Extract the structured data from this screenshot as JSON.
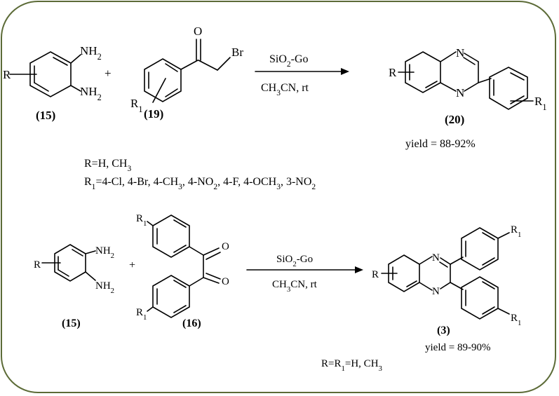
{
  "colors": {
    "frame": "#5c6b37",
    "ink": "#000000"
  },
  "scheme1": {
    "reactant1": {
      "nh2_top": "NH2",
      "nh2_bottom": "NH2",
      "substituent": "R",
      "label": "(15)"
    },
    "plus": "+",
    "reactant2": {
      "carbonyl_o": "O",
      "br": "Br",
      "substituent": "R1",
      "label": "(19)"
    },
    "arrow": {
      "reagent": "SiO2-Go",
      "conditions": "CH3CN, rt"
    },
    "product": {
      "n_top": "N",
      "n_bottom": "N",
      "substituent": "R",
      "aryl_substituent": "R1",
      "label": "(20)",
      "yield": "yield = 88-92%"
    }
  },
  "conditions_note": {
    "line1": "R=H, CH3",
    "line2": "R1=4-Cl, 4-Br, 4-CH3, 4-NO2, 4-F, 4-OCH3, 3-NO2"
  },
  "scheme2": {
    "reactant1": {
      "nh2_top": "NH2",
      "nh2_bottom": "NH2",
      "substituent": "R",
      "label": "(15)"
    },
    "plus": "+",
    "reactant2": {
      "r1_top": "R1",
      "r1_bottom": "R1",
      "o_top": "O",
      "o_bottom": "O",
      "label": "(16)"
    },
    "arrow": {
      "reagent": "SiO2-Go",
      "conditions": "CH3CN, rt"
    },
    "product": {
      "n_top": "N",
      "n_bottom": "N",
      "substituent": "R",
      "r1_top": "R1",
      "r1_bottom": "R1",
      "label": "(3)",
      "yield": "yield = 89-90%"
    },
    "note": "R=R1=H, CH3"
  }
}
